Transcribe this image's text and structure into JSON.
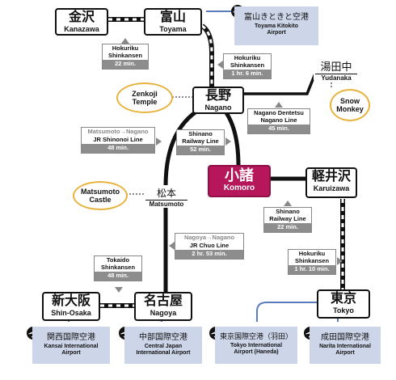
{
  "stations": {
    "kanazawa": {
      "jp": "金沢",
      "en": "Kanazawa"
    },
    "toyama": {
      "jp": "富山",
      "en": "Toyama"
    },
    "yudanaka": {
      "jp": "湯田中",
      "en": "Yudanaka"
    },
    "nagano": {
      "jp": "長野",
      "en": "Nagano"
    },
    "komoro": {
      "jp": "小諸",
      "en": "Komoro"
    },
    "karuizawa": {
      "jp": "軽井沢",
      "en": "Karuizawa"
    },
    "matsumoto": {
      "jp": "松本",
      "en": "Matsumoto"
    },
    "shin_osaka": {
      "jp": "新大阪",
      "en": "Shin-Osaka"
    },
    "nagoya": {
      "jp": "名古屋",
      "en": "Nagoya"
    },
    "tokyo": {
      "jp": "東京",
      "en": "Tokyo"
    }
  },
  "routes": {
    "kanazawa_toyama": {
      "line1": "Hokuriku",
      "line2": "Shinkansen",
      "time": "22 min."
    },
    "toyama_nagano": {
      "line1": "Hokuriku",
      "line2": "Shinkansen",
      "time": "1 hr. 6 min."
    },
    "nagano_yudanaka": {
      "line1": "Nagano Dentetsu",
      "line2": "Nagano Line",
      "time": "45 min."
    },
    "matsumoto_nagano": {
      "from": "Matsumoto",
      "arrow": "→",
      "to": "Nagano",
      "line": "JR Shinonoi Line",
      "time": "48 min."
    },
    "nagano_komoro": {
      "line1": "Shinano",
      "line2": "Railway Line",
      "time": "52 min."
    },
    "komoro_karuizawa": {
      "line1": "Shinano",
      "line2": "Railway Line",
      "time": "22 min."
    },
    "nagoya_matsumoto": {
      "from": "Nagoya",
      "arrow": "→",
      "to": "Nagano",
      "line": "JR Chuo Line",
      "time": "2 hr. 53 min."
    },
    "shinosaka_nagoya": {
      "line1": "Tokaido",
      "line2": "Shinkansen",
      "time": "48 min."
    },
    "karuizawa_tokyo": {
      "line1": "Hokuriku",
      "line2": "Shinkansen",
      "time": "1 hr. 10 min."
    }
  },
  "sights": {
    "zenkoji": {
      "line1": "Zenkoji",
      "line2": "Temple"
    },
    "snow_monkey": {
      "line1": "Snow",
      "line2": "Monkey"
    },
    "matsumoto_castle": {
      "line1": "Matsumoto",
      "line2": "Castle"
    }
  },
  "airports": {
    "toyama": {
      "jp": "富山きときと空港",
      "en1": "Toyama Kitokito",
      "en2": "Airport"
    },
    "kansai": {
      "jp": "関西国際空港",
      "en1": "Kansai International",
      "en2": "Airport"
    },
    "chubu": {
      "jp": "中部国際空港",
      "en1": "Central Japan",
      "en2": "International Airport"
    },
    "haneda": {
      "jp": "東京国際空港（羽田）",
      "en1": "Tokyo International",
      "en2": "Airport (Haneda)"
    },
    "narita": {
      "jp": "成田国際空港",
      "en1": "Narita International",
      "en2": "Airport"
    }
  },
  "colors": {
    "highlight": "#b5175a",
    "airport_bg": "#cdd6e9",
    "sight_border": "#e8b33c",
    "private_line": "#111111",
    "shinkansen_stripe": "#ffffff",
    "air_link": "#5b7bbd"
  }
}
